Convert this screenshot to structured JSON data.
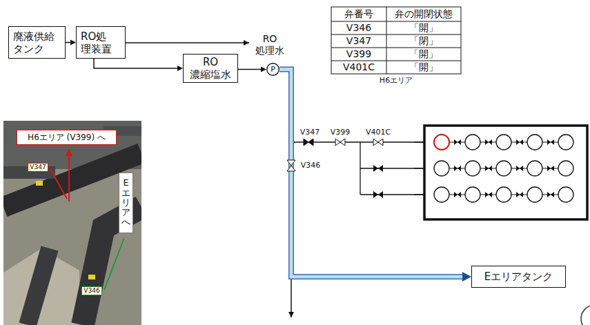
{
  "diagram": {
    "nodes": [
      {
        "text": [
          "廃液供給 タンク"
        ]
      },
      {
        "text": [
          "RO処 理装置"
        ]
      },
      {
        "text": [
          "RO 濃縮塩水"
        ]
      },
      {
        "text": [
          "P"
        ]
      },
      {
        "text": [
          "H6エリア (V399) へ"
        ]
      },
      {
        "text": [
          "Eエリアへ"
        ]
      },
      {
        "text": [
          "V347"
        ]
      },
      {
        "text": [
          "V346"
        ]
      },
      {
        "text": [
          "Eエリアタンク"
        ]
      }
    ],
    "edges": [
      {
        "from": 0,
        "to": 1,
        "arrow": "to"
      },
      {
        "from": 1,
        "to": 2,
        "arrow": "to"
      },
      {
        "from": 2,
        "to": 3,
        "arrow": "to"
      },
      {
        "from": 3,
        "to": 8,
        "arrow": "to"
      }
    ],
    "labels": [
      "RO 処理水",
      "弁番号",
      "弁の開閉状態",
      "V346",
      "「開」",
      "V347",
      "「閉」",
      "V399",
      "「開」",
      "V401C",
      "「開」",
      "H6エリア",
      "V347",
      "V399",
      "V401C",
      "V346"
    ]
  }
}
